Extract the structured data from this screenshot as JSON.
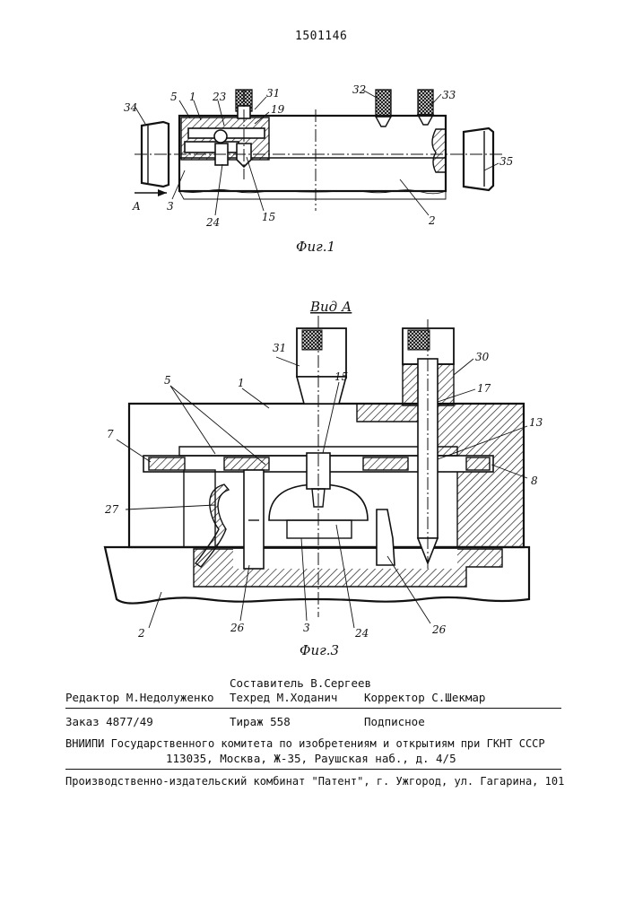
{
  "patent_number": "1501146",
  "fig1": {
    "caption": "Фиг.1",
    "labels": {
      "l34": "34",
      "l5": "5",
      "l1": "1",
      "l23": "23",
      "l31": "31",
      "l19": "19",
      "l32": "32",
      "l33": "33",
      "l35": "35",
      "lA": "A",
      "l3": "3",
      "l24": "24",
      "l15": "15",
      "l2": "2"
    }
  },
  "fig3": {
    "view_title": "Вид А",
    "caption": "Фиг.3",
    "labels": {
      "l31": "31",
      "l30": "30",
      "l5": "5",
      "l1": "1",
      "l15": "15",
      "l17": "17",
      "l7": "7",
      "l13": "13",
      "l8": "8",
      "l27": "27",
      "l2": "2",
      "l26a": "26",
      "l3": "3",
      "l24": "24",
      "l26b": "26"
    }
  },
  "credits": {
    "compiler": "Составитель В.Сергеев",
    "editor": "Редактор М.Недолуженко",
    "techred": "Техред М.Ходанич",
    "corrector": "Корректор С.Шекмар",
    "order": "Заказ 4877/49",
    "circulation": "Тираж 558",
    "subscription": "Подписное",
    "vniipi_line": "ВНИИПИ Государственного комитета по изобретениям и открытиям при ГКНТ СССР",
    "address_line": "113035, Москва, Ж-35, Раушская наб., д. 4/5",
    "publisher_line": "Производственно-издательский комбинат \"Патент\", г. Ужгород, ул. Гагарина, 101"
  }
}
